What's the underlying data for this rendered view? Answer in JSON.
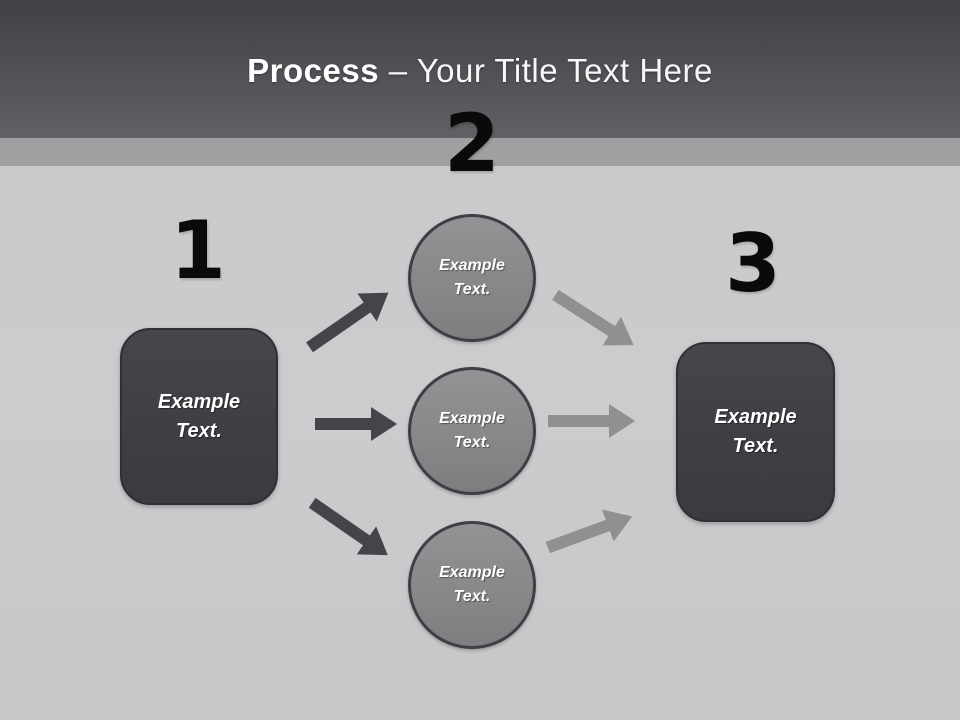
{
  "slide": {
    "header": {
      "title_bold": "Process",
      "title_separator": " – ",
      "title_rest": "Your Title Text Here"
    },
    "steps": [
      {
        "number": "1"
      },
      {
        "number": "2"
      },
      {
        "number": "3"
      }
    ],
    "shapes": {
      "start_box": {
        "label": "Example Text."
      },
      "circle_top": {
        "label": "Example Text."
      },
      "circle_middle": {
        "label": "Example Text."
      },
      "circle_bottom": {
        "label": "Example Text."
      },
      "end_box": {
        "label": "Example Text."
      }
    },
    "colors": {
      "header_gradient_top": "#404247",
      "header_gradient_bottom": "#606165",
      "band": "#9fa0a2",
      "background": "#c9cacb",
      "box_fill": "#3f4146",
      "circle_fill": "#88898b",
      "arrow_dark": "#434549",
      "arrow_light": "#8f9092",
      "number_color": "#0a0a0a",
      "title_color": "#ffffff"
    }
  }
}
